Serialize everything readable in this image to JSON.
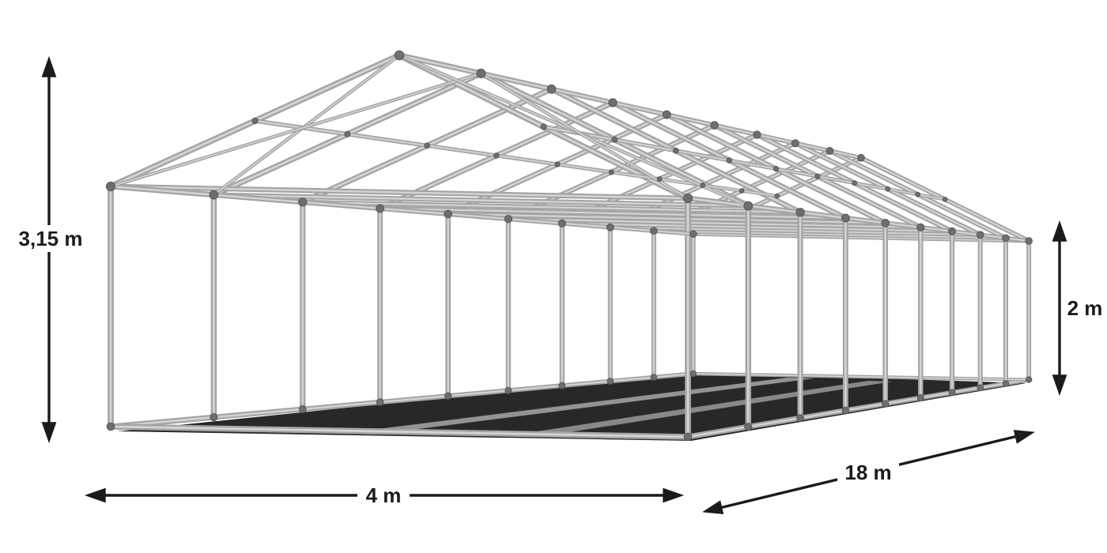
{
  "diagram": {
    "type": "tent-frame-dimension-diagram",
    "dimensions": {
      "height": "3,15 m",
      "width": "4 m",
      "length": "18 m",
      "side_height": "2 m"
    },
    "colors": {
      "frame": "#a4a4a4",
      "frame_highlight": "#d4d4d4",
      "joint": "#6e6e6e",
      "joint_edge": "#585858",
      "shadow": "#111111",
      "dimension": "#1b1b1b",
      "background": "#ffffff"
    }
  }
}
